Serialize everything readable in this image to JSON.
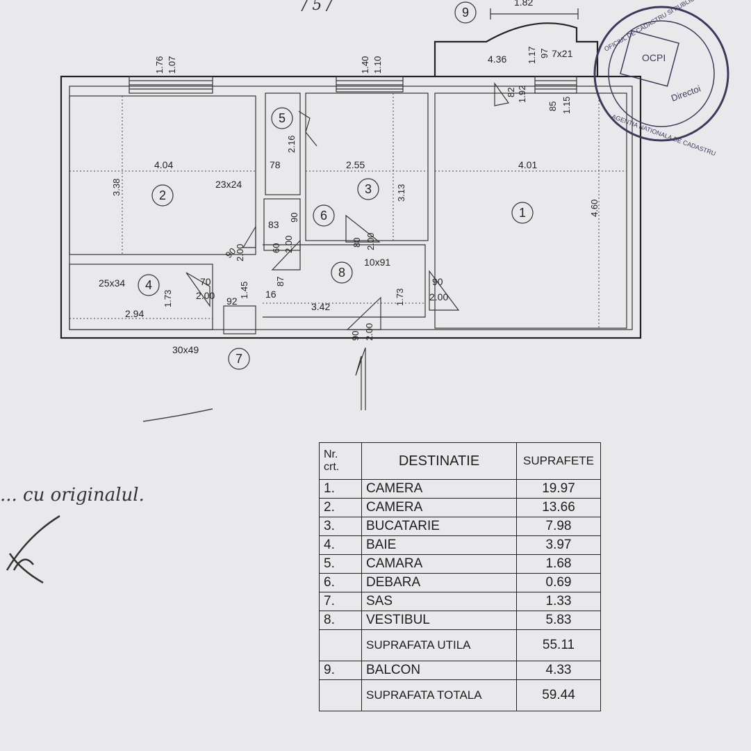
{
  "title_fragment": "/ 5 /",
  "rooms": [
    {
      "id": "1"
    },
    {
      "id": "2"
    },
    {
      "id": "3"
    },
    {
      "id": "4"
    },
    {
      "id": "5"
    },
    {
      "id": "6"
    },
    {
      "id": "7"
    },
    {
      "id": "8"
    },
    {
      "id": "9"
    }
  ],
  "dims": {
    "balcony_top": "1.82",
    "balcony_depth": "4.36",
    "balcony_d1": "1.17",
    "balcony_d2": "97",
    "balcony_win": "7x21",
    "door_82": "82",
    "door_192": "1.92",
    "win_r1_a": "85",
    "win_r1_b": "1.15",
    "win_r2_a": "1.76",
    "win_r2_b": "1.07",
    "win_r3_a": "1.40",
    "win_r3_b": "1.10",
    "r2_w": "4.04",
    "r2_h": "3.38",
    "r5_h": "2.16",
    "r5_w": "78",
    "r3_w": "2.55",
    "r3_h": "3.13",
    "r1_w": "4.01",
    "r1_h": "4.60",
    "vent_23x24": "23x24",
    "d83": "83",
    "d90a": "90",
    "d90b": "90",
    "d200a": "2.00",
    "d60": "60",
    "d200b": "2.00",
    "d80": "80",
    "d200c": "2.00",
    "d10x91": "10x91",
    "d25x34": "25x34",
    "d70": "70",
    "d200d": "2.00",
    "d145": "1.45",
    "d87": "87",
    "d173a": "1.73",
    "d92": "92",
    "d16": "16",
    "d294": "2.94",
    "d342": "3.42",
    "d173b": "1.73",
    "d90c": "90",
    "d200e": "2.00",
    "d90d": "90",
    "d200f": "2.00",
    "d30x49": "30x49"
  },
  "stamp": {
    "outer": "OFICIUL DE CADASTRU SI PUBLICITATE IMOBILIARA",
    "inner": "AGENTIA NATIONALA DE CADASTRU",
    "center": "Directoi",
    "side": "OCPI"
  },
  "handwriting": "... cu originalul.",
  "table": {
    "headers": {
      "nr": "Nr.",
      "crt": "crt.",
      "dest": "DESTINATIE",
      "supr": "SUPRAFETE"
    },
    "rows": [
      {
        "nr": "1.",
        "name": "CAMERA",
        "area": "19.97"
      },
      {
        "nr": "2.",
        "name": "CAMERA",
        "area": "13.66"
      },
      {
        "nr": "3.",
        "name": "BUCATARIE",
        "area": "7.98"
      },
      {
        "nr": "4.",
        "name": "BAIE",
        "area": "3.97"
      },
      {
        "nr": "5.",
        "name": "CAMARA",
        "area": "1.68"
      },
      {
        "nr": "6.",
        "name": "DEBARA",
        "area": "0.69"
      },
      {
        "nr": "7.",
        "name": "SAS",
        "area": "1.33"
      },
      {
        "nr": "8.",
        "name": "VESTIBUL",
        "area": "5.83"
      }
    ],
    "util": {
      "label": "SUPRAFATA UTILA",
      "area": "55.11"
    },
    "balcon": {
      "nr": "9.",
      "name": "BALCON",
      "area": "4.33"
    },
    "total": {
      "label": "SUPRAFATA TOTALA",
      "area": "59.44"
    }
  }
}
